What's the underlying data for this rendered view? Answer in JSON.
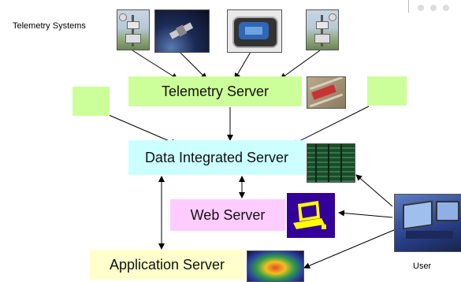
{
  "labels": {
    "telemetry_systems": "Telemetry Systems",
    "telemetry_server": "Telemetry Server",
    "data_integrated_server": "Data Integrated Server",
    "web_server": "Web Server",
    "application_server": "Application Server",
    "user": "User"
  },
  "colors": {
    "green": "#ccff99",
    "cyan": "#ccffff",
    "pink": "#ffccff",
    "yellow": "#ffffcc",
    "arrow": "#000000"
  },
  "icons": {
    "station_1": "weather-station-photo-icon",
    "satellite": "satellite-photo-icon",
    "stadium": "stadium-photo-icon",
    "station_2": "weather-station-photo-icon",
    "circuit": "circuit-board-photo-icon",
    "server_rack": "server-rack-photo-icon",
    "web_computer": "computer-icon",
    "heatmap": "data-visualization-photo-icon",
    "user_monitor": "monitor-photo-icon"
  }
}
